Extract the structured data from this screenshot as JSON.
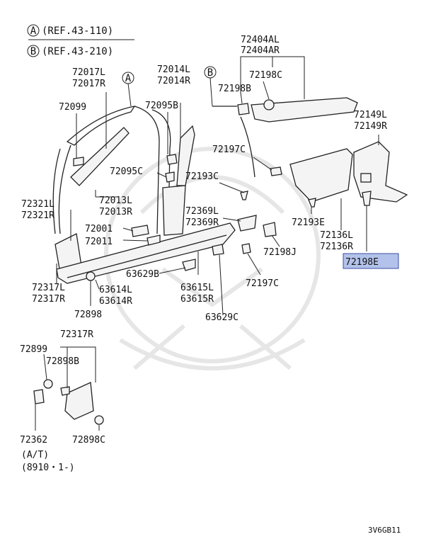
{
  "references": [
    {
      "letter": "A",
      "text": "(REF.43-110)"
    },
    {
      "letter": "B",
      "text": "(REF.43-210)"
    }
  ],
  "callout_letters": {
    "a": "A",
    "b": "B"
  },
  "parts": {
    "p72404AL": "72404AL",
    "p72404AR": "72404AR",
    "p72198C": "72198C",
    "p72198B": "72198B",
    "p72017L": "72017L",
    "p72017R": "72017R",
    "p72014L": "72014L",
    "p72014R": "72014R",
    "p72099": "72099",
    "p72095B": "72095B",
    "p72149L": "72149L",
    "p72149R": "72149R",
    "p72197C_a": "72197C",
    "p72095C": "72095C",
    "p72193C": "72193C",
    "p72321L": "72321L",
    "p72321R": "72321R",
    "p72013L": "72013L",
    "p72013R": "72013R",
    "p72369L": "72369L",
    "p72369R": "72369R",
    "p72193E": "72193E",
    "p72001": "72001",
    "p72011": "72011",
    "p72136L": "72136L",
    "p72136R": "72136R",
    "p72198J": "72198J",
    "p72198E": "72198E",
    "p63629B": "63629B",
    "p72317L": "72317L",
    "p72317R": "72317R",
    "p63614L": "63614L",
    "p63614R": "63614R",
    "p63615L": "63615L",
    "p63615R": "63615R",
    "p72197C_b": "72197C",
    "p72898": "72898",
    "p63629C": "63629C",
    "p72317R_b": "72317R",
    "p72899": "72899",
    "p72898B": "72898B",
    "p72362": "72362",
    "p72898C": "72898C"
  },
  "note": {
    "line1": "(A/T)",
    "line2": "(8910・1-)"
  },
  "diagram_code": "3V6GB11",
  "highlighted_part": "72198E",
  "colors": {
    "highlight_fill": "#b3c2ea",
    "highlight_border": "#3a4fa6",
    "line": "#222222",
    "watermark": "#e6e6e6"
  }
}
